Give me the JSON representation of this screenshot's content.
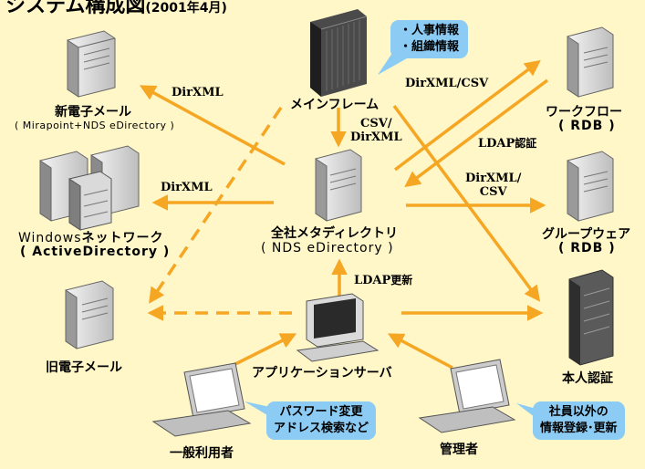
{
  "title": "システム構成図",
  "title_suffix": "(2001年4月)",
  "colors": {
    "background": "#FFF7C8",
    "arrow": "#F5A623",
    "callout": "#8CCBF3",
    "server_body": "#E8E8E8"
  },
  "nodes": {
    "mainframe": {
      "label": "メインフレーム",
      "icon": "mainframe-icon"
    },
    "new_mail": {
      "label": "新電子メール",
      "sub": "( Mirapoint+NDS eDirectory )",
      "icon": "server-tower-icon"
    },
    "windows_network": {
      "label_prefix": "Windows",
      "label_suffix": "ネットワーク",
      "sub": "( ActiveDirectory )",
      "icon": "server-cluster-icon"
    },
    "old_mail": {
      "label": "旧電子メール",
      "icon": "server-tower-icon"
    },
    "metadirectory": {
      "label": "全社メタディレクトリ",
      "sub": "( NDS eDirectory )",
      "icon": "server-tower-icon"
    },
    "workflow": {
      "label": "ワークフロー",
      "sub": "( RDB )",
      "icon": "server-tower-icon"
    },
    "groupware": {
      "label": "グループウェア",
      "sub": "( RDB )",
      "icon": "server-tower-icon"
    },
    "auth": {
      "label": "本人認証",
      "icon": "server-rack-icon"
    },
    "app_server": {
      "label": "アプリケーションサーバ",
      "icon": "desktop-computer-icon"
    },
    "general_user": {
      "label": "一般利用者",
      "icon": "laptop-icon"
    },
    "admin": {
      "label": "管理者",
      "icon": "laptop-icon"
    }
  },
  "edge_labels": {
    "dirxml_mail": "DirXML",
    "dirxml_windows": "DirXML",
    "csv_dirxml_1": "CSV/",
    "csv_dirxml_2": "DirXML",
    "dirxml_csv_workflow": "DirXML/CSV",
    "ldap_auth_prefix": "LDAP",
    "ldap_auth_suffix": "認証",
    "dirxml_csv_group_1": "DirXML/",
    "dirxml_csv_group_2": "CSV",
    "ldap_update_prefix": "LDAP",
    "ldap_update_suffix": "更新"
  },
  "callouts": {
    "hr": [
      "・人事情報",
      "・組織情報"
    ],
    "user": [
      "パスワード変更",
      "アドレス検索など"
    ],
    "admin": [
      "社員以外の",
      "情報登録･更新"
    ]
  }
}
